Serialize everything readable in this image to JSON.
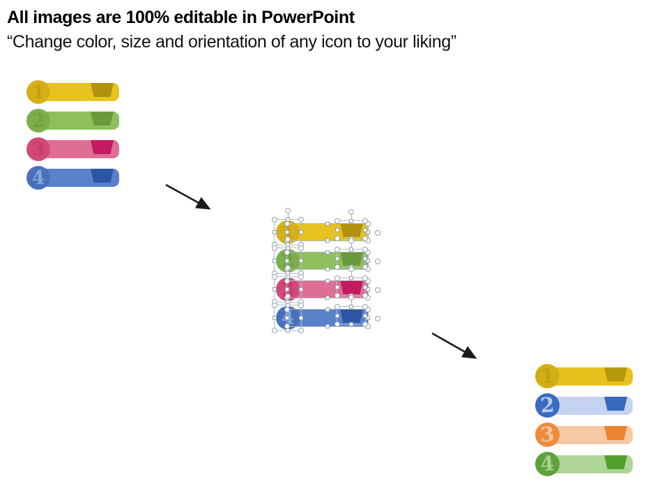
{
  "header": {
    "title": "All images are 100% editable in PowerPoint",
    "subtitle": "“Change color, size and orientation of any icon to your liking”"
  },
  "groups": [
    {
      "id": "original-graphic",
      "selected": false,
      "banners": [
        {
          "number": "1",
          "circle_color": "#D6B01A",
          "bar_color": "#E6C31E",
          "tab_color": "#B19110",
          "number_color": "#C49F0E"
        },
        {
          "number": "2",
          "circle_color": "#7CAF4B",
          "bar_color": "#8FBF5D",
          "tab_color": "#699B3C",
          "number_color": "#6FA03E"
        },
        {
          "number": "3",
          "circle_color": "#D24878",
          "bar_color": "#DE6E96",
          "tab_color": "#C31A61",
          "number_color": "#C23E6E"
        },
        {
          "number": "4",
          "circle_color": "#4970BC",
          "bar_color": "#5A82CB",
          "tab_color": "#2C56A5",
          "number_color": "#8CABDF"
        }
      ]
    },
    {
      "id": "selected-copy",
      "selected": true,
      "banners": [
        {
          "number": "1",
          "circle_color": "#D6B01A",
          "bar_color": "#E6C31E",
          "tab_color": "#B19110",
          "number_color": "#C49F0E"
        },
        {
          "number": "2",
          "circle_color": "#7CAF4B",
          "bar_color": "#8FBF5D",
          "tab_color": "#699B3C",
          "number_color": "#6FA03E"
        },
        {
          "number": "3",
          "circle_color": "#D24878",
          "bar_color": "#DE6E96",
          "tab_color": "#C31A61",
          "number_color": "#C23E6E"
        },
        {
          "number": "4",
          "circle_color": "#4970BC",
          "bar_color": "#5A82CB",
          "tab_color": "#2C56A5",
          "number_color": "#8CABDF"
        }
      ]
    },
    {
      "id": "recolored-graphic",
      "selected": false,
      "banners": [
        {
          "number": "1",
          "circle_color": "#D2AE16",
          "bar_color": "#E6C21C",
          "tab_color": "#B8990D",
          "number_color": "#C49F0E"
        },
        {
          "number": "2",
          "circle_color": "#3A6BC1",
          "bar_color": "#C6D3F0",
          "tab_color": "#3867BE",
          "number_color": "#C6D3F0"
        },
        {
          "number": "3",
          "circle_color": "#EE8C3E",
          "bar_color": "#F6C9A3",
          "tab_color": "#EC8431",
          "number_color": "#F6C9A3"
        },
        {
          "number": "4",
          "circle_color": "#5CA23D",
          "bar_color": "#B0D598",
          "tab_color": "#53A02C",
          "number_color": "#B0D598"
        }
      ]
    }
  ],
  "colors": {
    "background": "#FFFFFF",
    "arrow": "#1A1A1A",
    "selection_border": "#B3BCC6",
    "handle_fill": "#FFFFFF",
    "handle_border": "#93A1AD"
  }
}
